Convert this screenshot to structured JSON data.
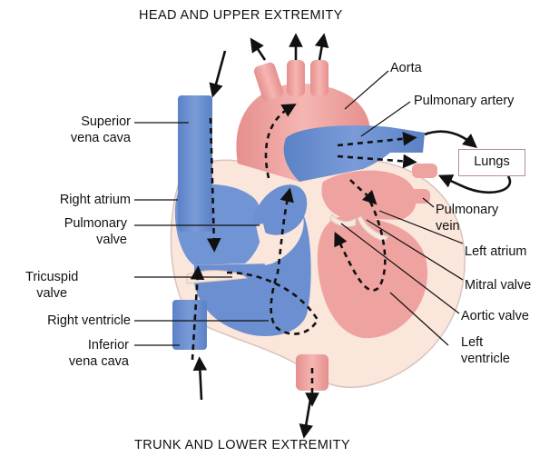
{
  "captions": {
    "top": "HEAD AND UPPER EXTREMITY",
    "bottom": "TRUNK AND LOWER EXTREMITY"
  },
  "labels": {
    "superior_vena_cava": [
      "Superior",
      "vena cava"
    ],
    "right_atrium": "Right atrium",
    "pulmonary_valve": [
      "Pulmonary",
      "valve"
    ],
    "tricuspid_valve": [
      "Tricuspid",
      "valve"
    ],
    "right_ventricle": "Right ventricle",
    "inferior_vena_cava": [
      "Inferior",
      "vena cava"
    ],
    "aorta": "Aorta",
    "pulmonary_artery": "Pulmonary artery",
    "lungs": "Lungs",
    "pulmonary_vein": [
      "Pulmonary",
      "vein"
    ],
    "left_atrium": "Left atrium",
    "mitral_valve": "Mitral valve",
    "aortic_valve": "Aortic valve",
    "left_ventricle": [
      "Left",
      "ventricle"
    ]
  },
  "colors": {
    "deoxygenated_blue": "#6b8fd0",
    "oxygenated_red": "#eea3a0",
    "heart_wall": "#fbe6dc",
    "outline": "#d8c4bd"
  }
}
